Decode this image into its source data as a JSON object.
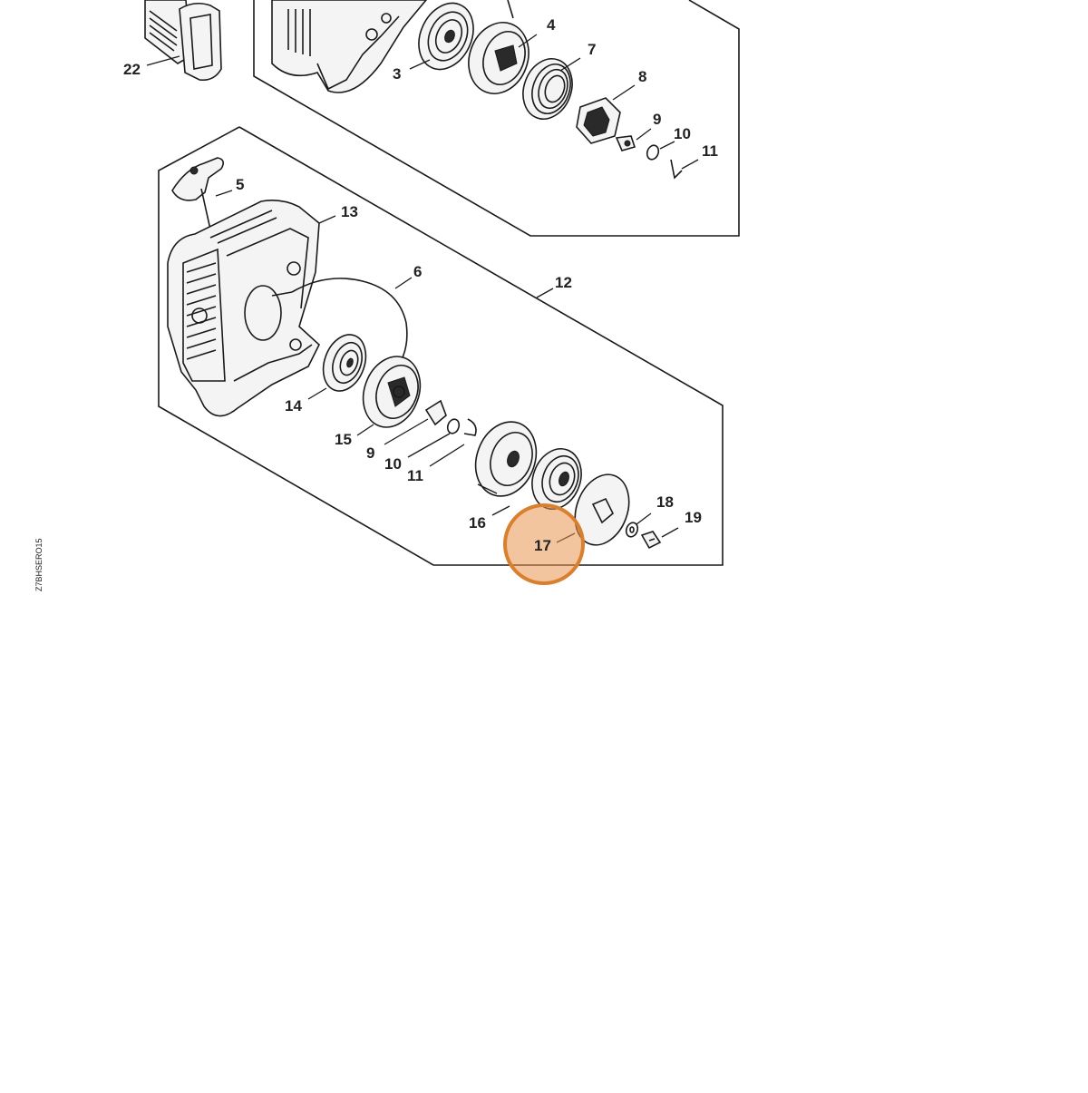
{
  "callouts": {
    "c22": "22",
    "c3": "3",
    "c4": "4",
    "c7": "7",
    "c8": "8",
    "c9a": "9",
    "c10a": "10",
    "c11a": "11",
    "c5": "5",
    "c13": "13",
    "c6": "6",
    "c12": "12",
    "c14": "14",
    "c15": "15",
    "c9b": "9",
    "c10b": "10",
    "c11b": "11",
    "c16": "16",
    "c17": "17",
    "c18": "18",
    "c19": "19"
  },
  "highlighted_part": "17",
  "highlight_color": "#d98030",
  "side_code": "Z7BHSERO15"
}
